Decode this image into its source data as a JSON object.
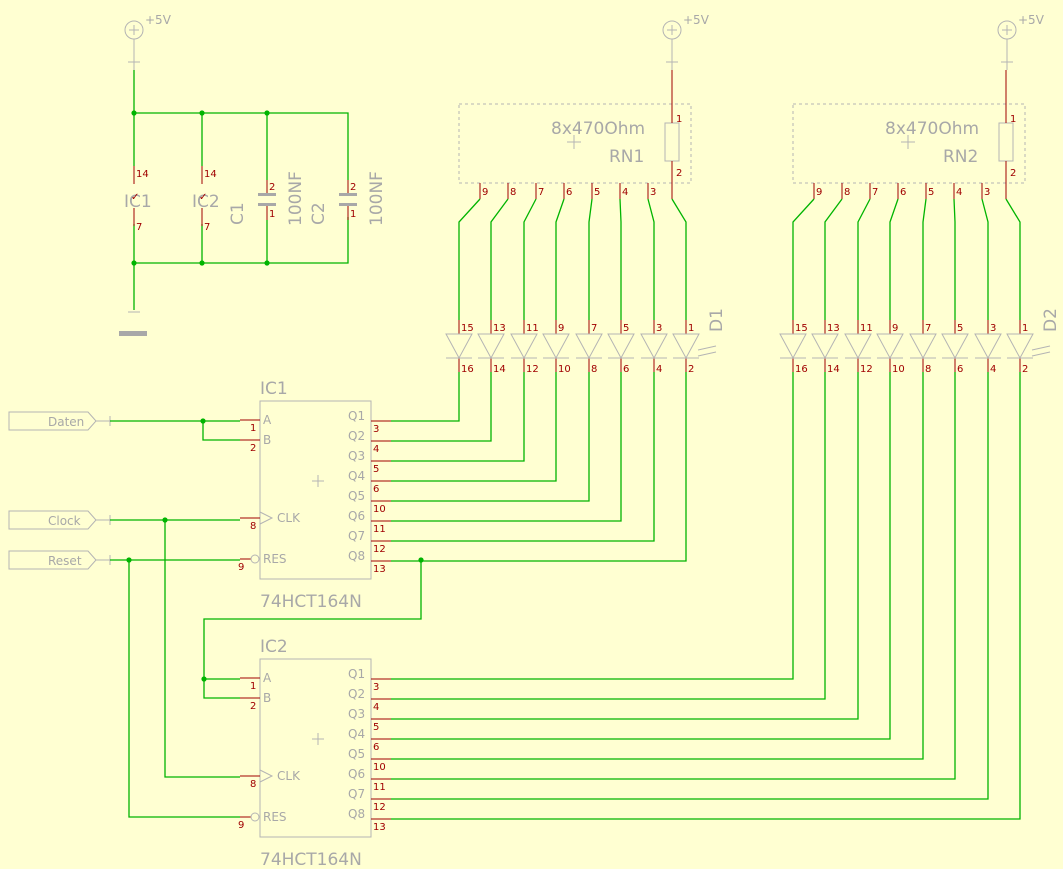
{
  "supply_label": "+5V",
  "ics": [
    {
      "name": "IC1",
      "part": "74HCT164N"
    },
    {
      "name": "IC2",
      "part": "74HCT164N"
    }
  ],
  "ic_pins": {
    "inputs": [
      "A",
      "B",
      "CLK",
      "RES"
    ],
    "input_nums": [
      "1",
      "2",
      "8",
      "9"
    ],
    "outputs": [
      "Q1",
      "Q2",
      "Q3",
      "Q4",
      "Q5",
      "Q6",
      "Q7",
      "Q8"
    ],
    "output_nums": [
      "3",
      "4",
      "5",
      "6",
      "10",
      "11",
      "12",
      "13"
    ],
    "power_pins": [
      "14",
      "7"
    ]
  },
  "capacitors": [
    {
      "name": "C1",
      "value": "100NF"
    },
    {
      "name": "C2",
      "value": "100NF"
    }
  ],
  "cap_pins": [
    "2",
    "1"
  ],
  "resistor_networks": [
    {
      "name": "RN1",
      "value": "8x470Ohm"
    },
    {
      "name": "RN2",
      "value": "8x470Ohm"
    }
  ],
  "rn_pins": {
    "top": "1",
    "bottom": "2",
    "outputs": [
      "9",
      "8",
      "7",
      "6",
      "5",
      "4",
      "3"
    ]
  },
  "led_arrays": [
    {
      "name": "D1"
    },
    {
      "name": "D2"
    }
  ],
  "led_pins": {
    "anodes": [
      "15",
      "13",
      "11",
      "9",
      "7",
      "5",
      "3",
      "1"
    ],
    "cathodes": [
      "16",
      "14",
      "12",
      "10",
      "8",
      "6",
      "4",
      "2"
    ]
  },
  "ports": [
    "Daten",
    "Clock",
    "Reset"
  ]
}
